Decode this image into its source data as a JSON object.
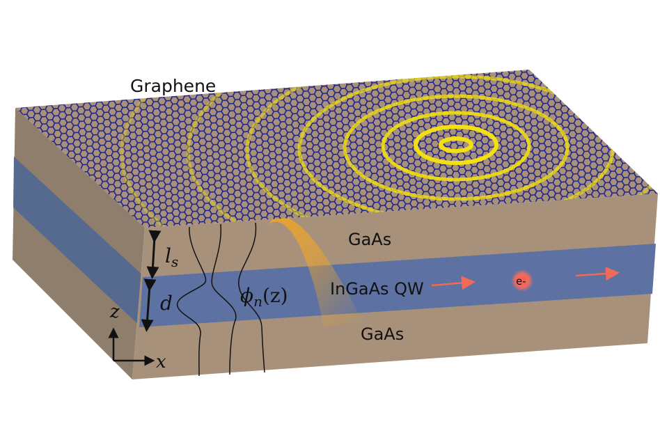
{
  "labels": {
    "graphene": "Graphene",
    "top_layer": "GaAs",
    "quantum_well": "InGaAs QW",
    "bottom_layer": "GaAs",
    "electron": "e-",
    "spacer_thickness": "l",
    "spacer_thickness_sub": "s",
    "well_thickness": "d",
    "wavefunction": "ϕ",
    "wavefunction_sub": "n",
    "wavefunction_arg": "(z)",
    "axis_z": "z",
    "axis_x": "x"
  },
  "colors": {
    "gaas": "#a8917a",
    "gaas_side": "#8f7e6c",
    "quantum_well": "#5d72a3",
    "quantum_well_side": "#566a8f",
    "graphene_lattice": "#1c1f8a",
    "plasmon_ripple": "#f2e010",
    "electron_glow": "#ff5a4a",
    "motion_arrow": "#f26a55",
    "evanescent_field": "#f5a623"
  }
}
